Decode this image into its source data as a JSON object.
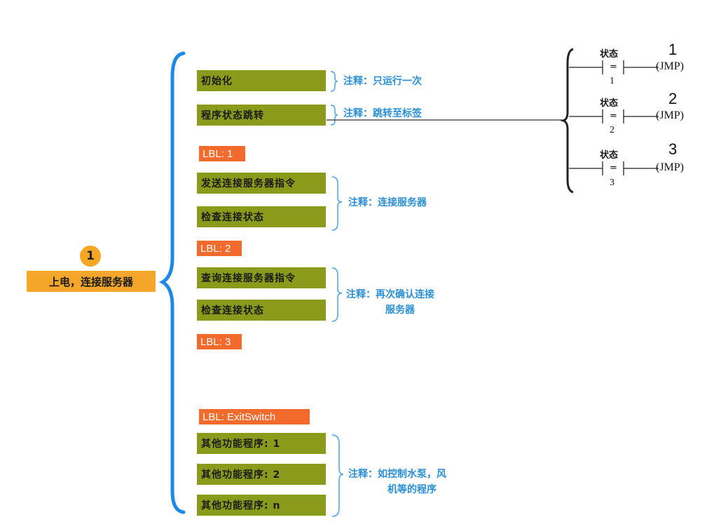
{
  "root": {
    "badge": "1",
    "label": "上电，连接服务器"
  },
  "steps": [
    "初始化",
    "程序状态跳转",
    "发送连接服务器指令",
    "检查连接状态",
    "查询连接服务器指令",
    "检查连接状态",
    "其他功能程序: 1",
    "其他功能程序: 2",
    "其他功能程序: n"
  ],
  "labels": [
    "LBL: 1",
    "LBL: 2",
    "LBL: 3",
    "LBL: ExitSwitch"
  ],
  "notes": {
    "init": "注释：只运行一次",
    "jump": "注释：跳转至标签",
    "connect": "注释：连接服务器",
    "confirm_line1": "注释：再次确认连接",
    "confirm_line2": "服务器",
    "other_line1": "注释：如控制水泵，风",
    "other_line2": "机等的程序"
  },
  "jump_branches": [
    {
      "state_label": "状态",
      "operator": "=",
      "value": "1",
      "target": "1",
      "action": "(JMP)"
    },
    {
      "state_label": "状态",
      "operator": "=",
      "value": "2",
      "target": "2",
      "action": "(JMP)"
    },
    {
      "state_label": "状态",
      "operator": "=",
      "value": "3",
      "target": "3",
      "action": "(JMP)"
    }
  ],
  "colors": {
    "root": "#f4a62a",
    "step": "#8a9a1b",
    "label": "#f36b2c",
    "note": "#2b8fd3",
    "main_brace": "#1e88e5"
  }
}
